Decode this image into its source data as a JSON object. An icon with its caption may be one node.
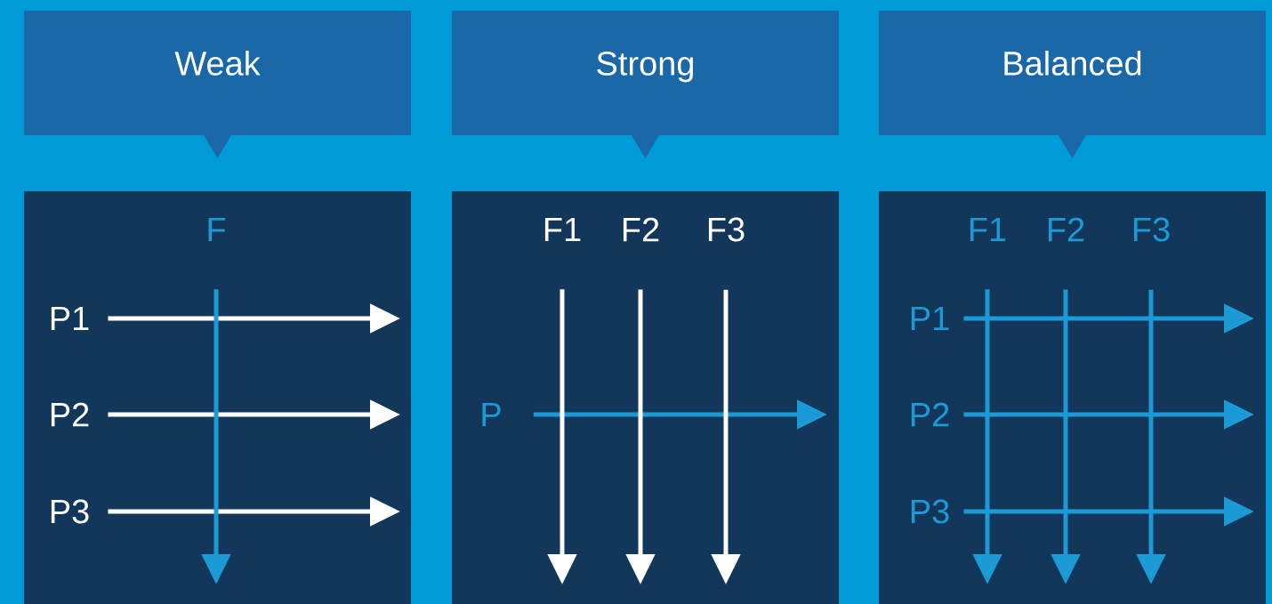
{
  "diagram": {
    "nodes": [
      {
        "text": [
          "Weak"
        ]
      },
      {
        "text": [
          "Strong"
        ]
      },
      {
        "text": [
          "Balanced"
        ]
      },
      {
        "text": [],
        "shape": "box"
      },
      {
        "text": [],
        "shape": "box"
      },
      {
        "text": [],
        "shape": "box"
      },
      {
        "text": [
          "F"
        ],
        "in": 3
      },
      {
        "text": [
          "P1"
        ],
        "in": 3
      },
      {
        "text": [
          "P2"
        ],
        "in": 3
      },
      {
        "text": [
          "P3"
        ],
        "in": 3
      },
      {
        "text": [
          "F1"
        ],
        "in": 4
      },
      {
        "text": [
          "F2"
        ],
        "in": 4
      },
      {
        "text": [
          "F3"
        ],
        "in": 4
      },
      {
        "text": [
          "P"
        ],
        "in": 4
      },
      {
        "text": [
          "F1"
        ],
        "in": 5
      },
      {
        "text": [
          "F2"
        ],
        "in": 5
      },
      {
        "text": [
          "F3"
        ],
        "in": 5
      },
      {
        "text": [
          "P1"
        ],
        "in": 5
      },
      {
        "text": [
          "P2"
        ],
        "in": 5
      },
      {
        "text": [
          "P3"
        ],
        "in": 5
      }
    ],
    "edges": [
      {
        "from": 7,
        "to": null,
        "arrow": "to",
        "color": "#ffffff"
      },
      {
        "from": 8,
        "to": null,
        "arrow": "to",
        "color": "#ffffff"
      },
      {
        "from": 9,
        "to": null,
        "arrow": "to",
        "color": "#ffffff"
      },
      {
        "from": 6,
        "to": null,
        "arrow": "to"
      },
      {
        "from": 10,
        "to": null,
        "arrow": "to",
        "color": "#ffffff"
      },
      {
        "from": 11,
        "to": null,
        "arrow": "to",
        "color": "#ffffff"
      },
      {
        "from": 12,
        "to": null,
        "arrow": "to",
        "color": "#ffffff"
      },
      {
        "from": 13,
        "to": null,
        "arrow": "to"
      },
      {
        "from": 14,
        "to": null,
        "arrow": "to"
      },
      {
        "from": 15,
        "to": null,
        "arrow": "to"
      },
      {
        "from": 16,
        "to": null,
        "arrow": "to"
      },
      {
        "from": 17,
        "to": null,
        "arrow": "to"
      },
      {
        "from": 18,
        "to": null,
        "arrow": "to"
      },
      {
        "from": 19,
        "to": null,
        "arrow": "to"
      }
    ]
  }
}
